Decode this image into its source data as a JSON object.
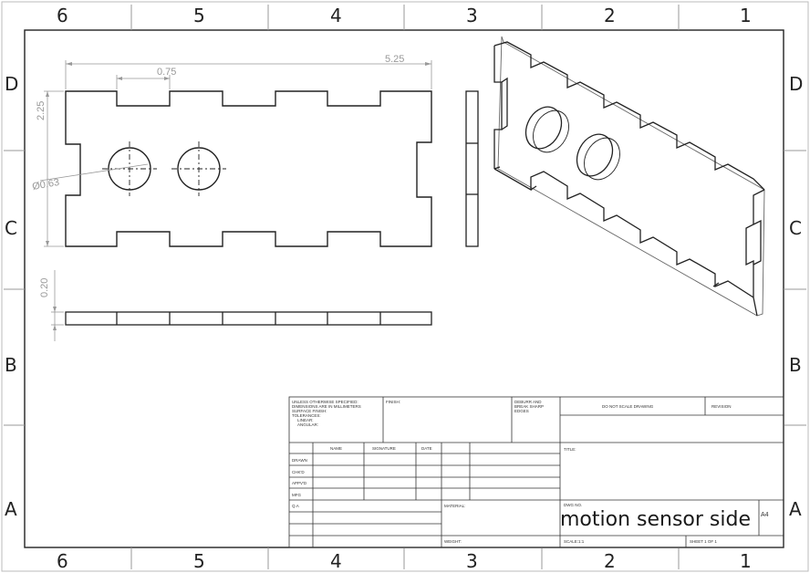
{
  "zones": {
    "columns": [
      "6",
      "5",
      "4",
      "3",
      "2",
      "1"
    ],
    "rows": [
      "D",
      "C",
      "B",
      "A"
    ]
  },
  "dimensions": {
    "overall_length": "5.25",
    "tab_width": "0.75",
    "height": "2.25",
    "hole_diameter": "Ø0.63",
    "thickness": "0.20"
  },
  "title_block": {
    "general_notes": [
      "UNLESS OTHERWISE SPECIFIED:",
      "DIMENSIONS ARE IN MILLIMETERS",
      "SURFACE FINISH:",
      "TOLERANCES:",
      "LINEAR:",
      "ANGULAR:"
    ],
    "finish_label": "FINISH:",
    "deburr_notes": [
      "DEBURR AND",
      "BREAK SHARP",
      "EDGES"
    ],
    "do_not_scale": "DO NOT SCALE DRAWING",
    "revision_label": "REVISION",
    "col_headers": [
      "NAME",
      "SIGNATURE",
      "DATE"
    ],
    "row_labels": [
      "DRAWN",
      "CHK'D",
      "APPV'D",
      "MFG",
      "Q.A"
    ],
    "title_label": "TITLE:",
    "material_label": "MATERIAL:",
    "weight_label": "WEIGHT:",
    "dwg_no_label": "DWG NO.",
    "drawing_title": "motion sensor side",
    "sheet_size": "A4",
    "scale_label": "SCALE:1:1",
    "sheet_label": "SHEET 1 OF 1"
  }
}
